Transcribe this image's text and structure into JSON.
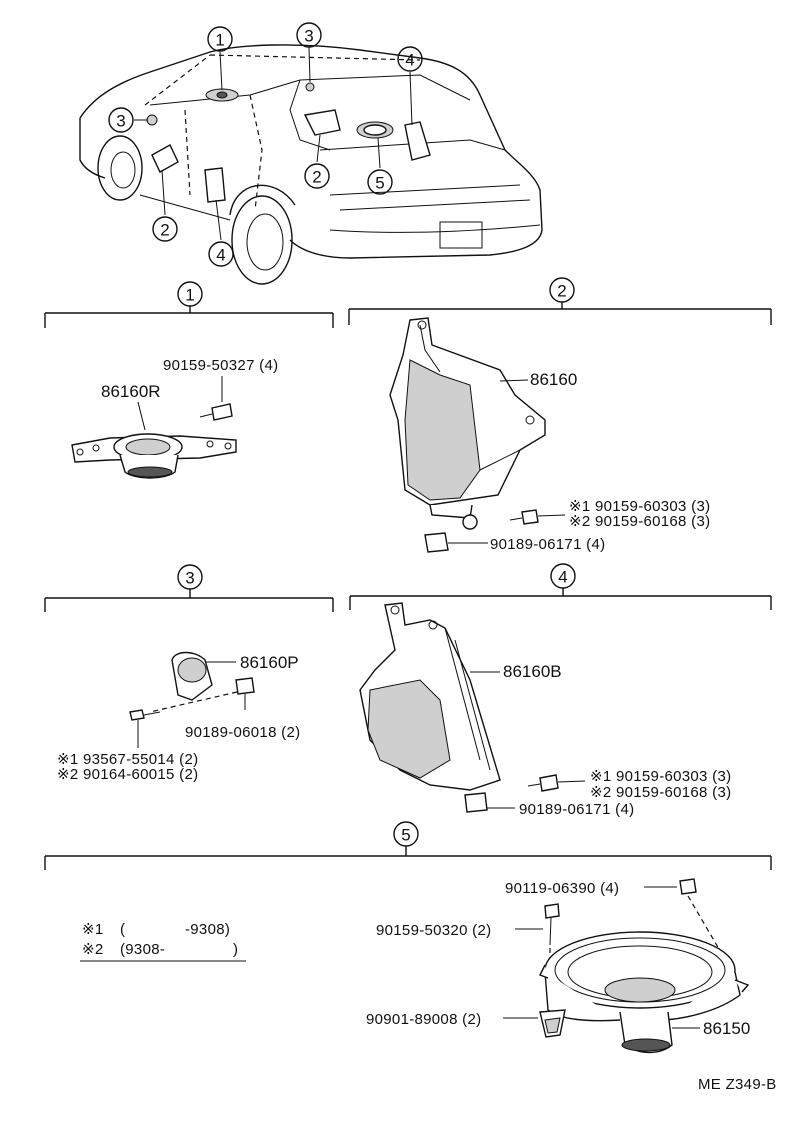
{
  "callouts": {
    "n1": "1",
    "n2": "2",
    "n3": "3",
    "n4": "4",
    "n5": "5"
  },
  "section1": {
    "part_speaker": "86160R",
    "screw": "90159-50327 (4)"
  },
  "section2": {
    "part_box": "86160",
    "screw_a": "※1  90159-60303 (3)",
    "screw_b": "※2  90159-60168 (3)",
    "nut": "90189-06171 (4)"
  },
  "section3": {
    "part_tweeter": "86160P",
    "nut": "90189-06018 (2)",
    "screw_a": "※1  93567-55014 (2)",
    "screw_b": "※2  90164-60015 (2)"
  },
  "section4": {
    "part_box": "86160B",
    "screw_a": "※1  90159-60303 (3)",
    "screw_b": "※2  90159-60168 (3)",
    "nut": "90189-06171 (4)"
  },
  "section5": {
    "bolt": "90119-06390 (4)",
    "screw": "90159-50320 (2)",
    "clip": "90901-89008 (2)",
    "part_speaker": "86150"
  },
  "legend": {
    "row1_mark": "※1",
    "row1_open": "(",
    "row1_range": "-9308)",
    "row2_mark": "※2",
    "row2_range": "(9308-",
    "row2_close": ")"
  },
  "diagram_code": "ME Z349-B"
}
